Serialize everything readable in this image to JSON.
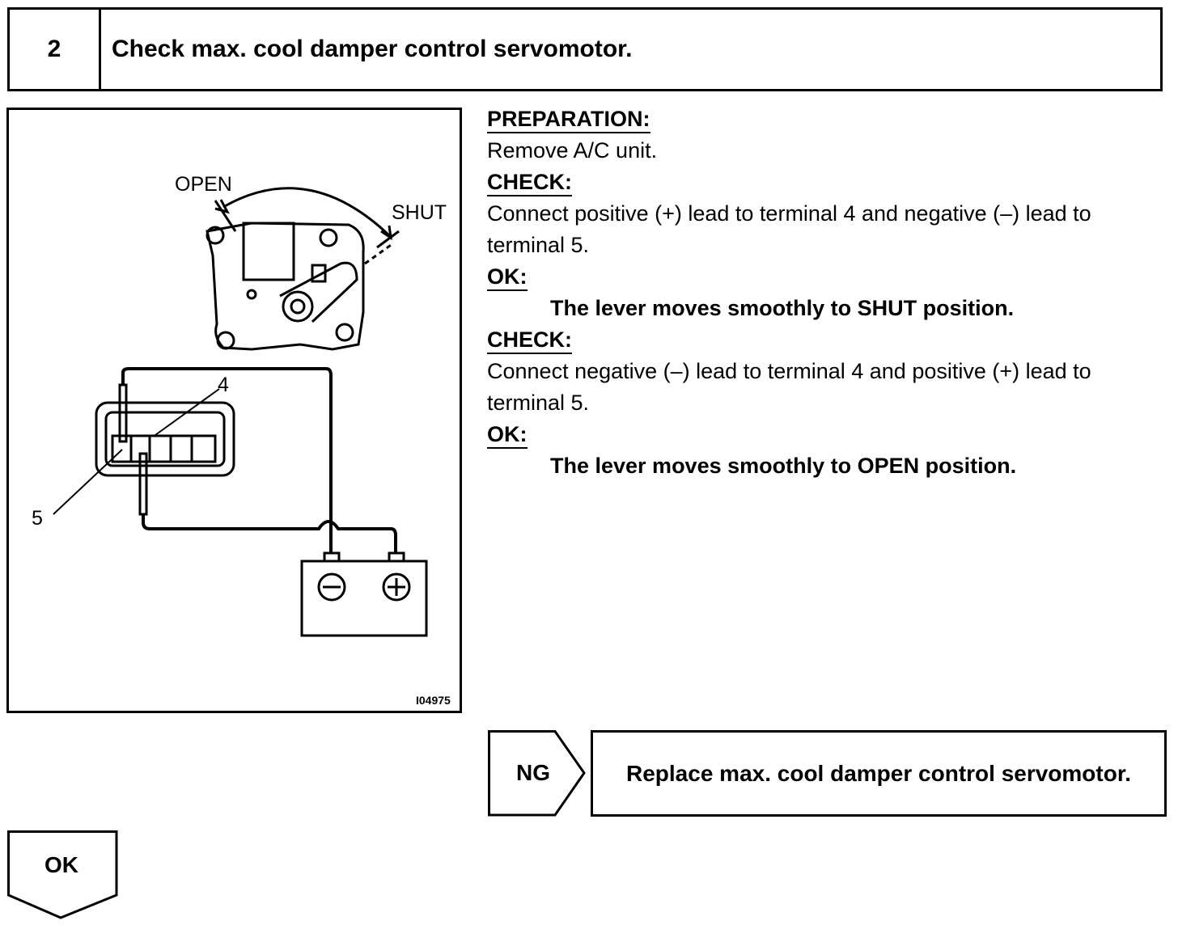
{
  "header": {
    "step_number": "2",
    "title": "Check max. cool damper control servomotor."
  },
  "figure": {
    "label_open": "OPEN",
    "label_shut": "SHUT",
    "terminal_4": "4",
    "terminal_5": "5",
    "figure_id": "I04975"
  },
  "instructions": {
    "preparation_label": "PREPARATION:",
    "preparation_text": "Remove A/C unit.",
    "check1_label": "CHECK:",
    "check1_text": "Connect positive (+) lead to terminal 4 and negative (–) lead to terminal 5.",
    "ok1_label": "OK:",
    "ok1_text": "The lever moves smoothly to SHUT position.",
    "check2_label": "CHECK:",
    "check2_text": "Connect negative (–) lead to terminal 4 and positive (+) lead to terminal 5.",
    "ok2_label": "OK:",
    "ok2_text": "The lever moves smoothly to OPEN position."
  },
  "ng": {
    "label": "NG",
    "action": "Replace max. cool damper control servomotor."
  },
  "ok_branch": {
    "label": "OK"
  }
}
